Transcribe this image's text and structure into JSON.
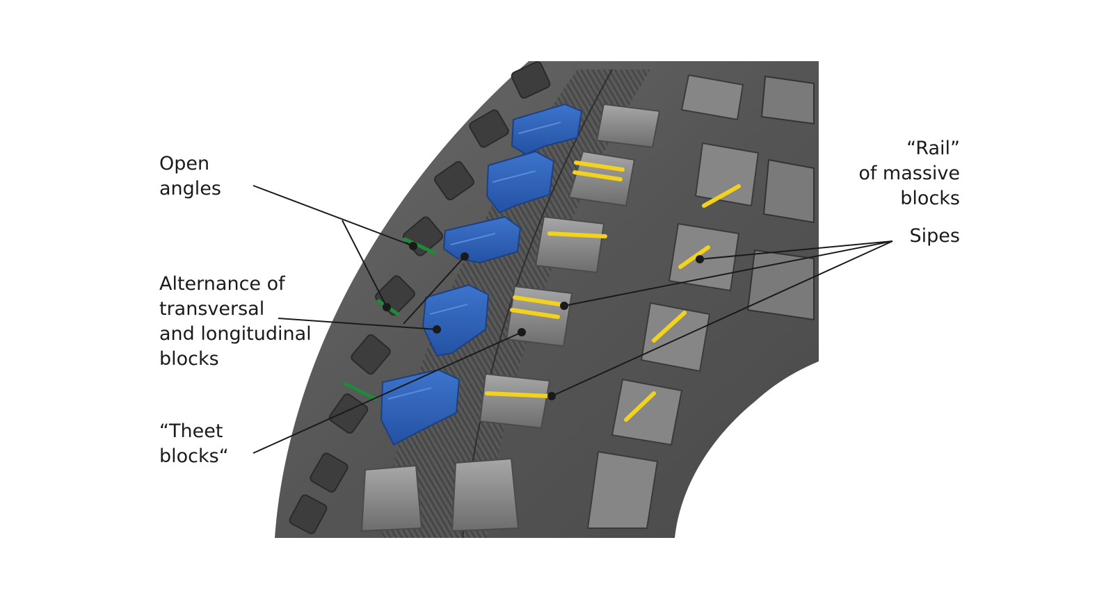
{
  "colors": {
    "background": "#ffffff",
    "tire_dark": "#3a3a3a",
    "tire_mid": "#6e6e6e",
    "tire_light": "#9a9a9a",
    "highlight_blocks": "#2f63b8",
    "sipes": "#f2d21e",
    "open_angles": "#1f8a3a",
    "leader_lines": "#1a1a1a"
  },
  "labels": {
    "open_angles": {
      "line1": "Open",
      "line2": "angles"
    },
    "alternance": {
      "line1": "Alternance of",
      "line2": "transversal",
      "line3": "and longitudinal",
      "line4": "blocks"
    },
    "theet": {
      "line1": "“Theet",
      "line2": "blocks“"
    },
    "rail": {
      "line1": "“Rail”",
      "line2": "of massive",
      "line3": "blocks"
    },
    "sipes": {
      "line1": "Sipes"
    }
  }
}
